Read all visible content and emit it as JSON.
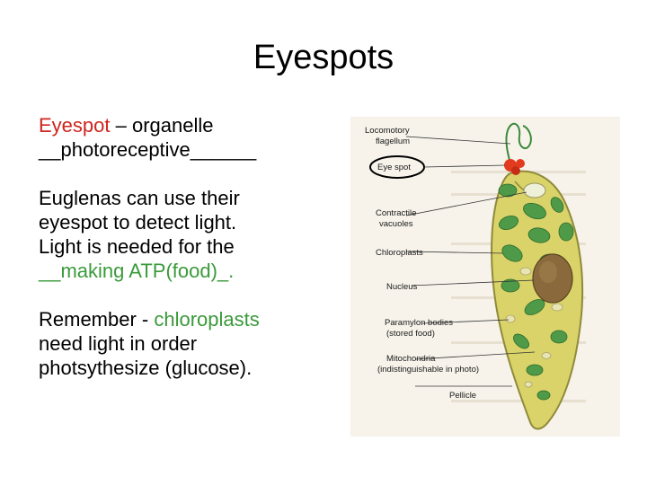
{
  "slide": {
    "title": "Eyespots",
    "para1": {
      "term": "Eyespot",
      "rest": " – organelle",
      "line2": "__photoreceptive______"
    },
    "para2": {
      "line1": "Euglenas can use their",
      "line2": "eyespot to detect light.",
      "line3": "Light is needed for the",
      "line4": "__making ATP(food)_."
    },
    "para3": {
      "line1_a": "Remember  - ",
      "line1_b": "chloroplasts",
      "line2": "need light in order",
      "line3": "photsythesize (glucose)."
    }
  },
  "figure": {
    "labels": {
      "locomotory": "Locomotory",
      "flagellum": "flagellum",
      "eyespot": "Eye spot",
      "contractile": "Contractile",
      "vacuoles": "vacuoles",
      "chloroplasts": "Chloroplasts",
      "nucleus": "Nucleus",
      "paramylon": "Paramylon bodies",
      "stored_food": "(stored food)",
      "mitochondria": "Mitochondria",
      "indistinguishable": "(indistinguishable in photo)",
      "pellicle": "Pellicle"
    }
  },
  "colors": {
    "red_text": "#d0241f",
    "green_text": "#3a9a3a",
    "cell_fill": "#d9d36a",
    "chloroplast": "#4f9a48",
    "nucleus": "#8a6a3c",
    "eyespot": "#e23b1f"
  }
}
